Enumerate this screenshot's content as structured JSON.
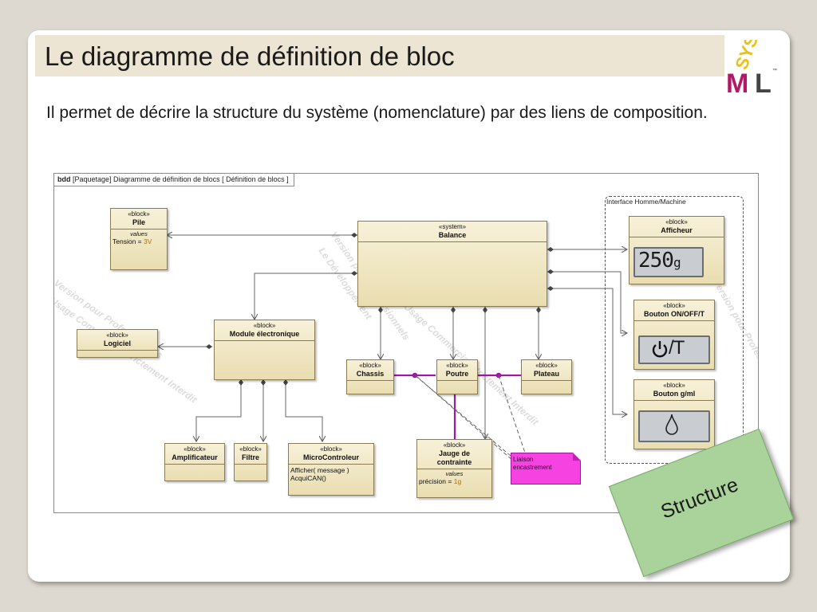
{
  "slide": {
    "title": "Le diagramme de définition de bloc",
    "intro": "Il permet de décrire la structure du système (nomenclature) par des liens de composition.",
    "logo": {
      "name": "sysml-logo",
      "text": "SysML"
    },
    "sticky_note": "Structure"
  },
  "diagram": {
    "frame_kind": "bdd",
    "frame_label": "[Paquetage] Diagramme de définition de blocs [ Définition de blocs ]",
    "group_label": "Interface Homme/Machine",
    "blocks": {
      "pile": {
        "stereotype": "«block»",
        "name": "Pile",
        "section": "values",
        "lines": [
          {
            "key": "Tension = ",
            "value": "3V"
          }
        ]
      },
      "balance": {
        "stereotype": "«system»",
        "name": "Balance"
      },
      "logiciel": {
        "stereotype": "«block»",
        "name": "Logiciel"
      },
      "module": {
        "stereotype": "«block»",
        "name": "Module électronique"
      },
      "chassis": {
        "stereotype": "«block»",
        "name": "Chassis"
      },
      "poutre": {
        "stereotype": "«block»",
        "name": "Poutre"
      },
      "plateau": {
        "stereotype": "«block»",
        "name": "Plateau"
      },
      "amplificateur": {
        "stereotype": "«block»",
        "name": "Amplificateur"
      },
      "filtre": {
        "stereotype": "«block»",
        "name": "Filtre"
      },
      "microcontroleur": {
        "stereotype": "«block»",
        "name": "MicroControleur",
        "lines": [
          "Afficher( message )",
          "AcquiCAN()"
        ]
      },
      "jauge": {
        "stereotype": "«block»",
        "name_line1": "Jauge de",
        "name_line2": "contrainte",
        "section": "values",
        "lines": [
          {
            "key": "précision = ",
            "value": "1g"
          }
        ]
      },
      "afficheur": {
        "stereotype": "«block»",
        "name": "Afficheur",
        "display_value": "250",
        "display_unit": "g"
      },
      "bouton_onoff": {
        "stereotype": "«block»",
        "name": "Bouton ON/OFF/T",
        "button_text": "/T"
      },
      "bouton_gml": {
        "stereotype": "«block»",
        "name": "Bouton g/ml"
      }
    },
    "note": {
      "line1": "Liaison",
      "line2": "encastrement"
    },
    "watermark": {
      "line1": "Version pour Professionnels",
      "line2": "Usage Commercial Strictement Interdit",
      "line3": "Le Développement"
    }
  },
  "colors": {
    "title_bar": "#ece5d3",
    "block_fill": "#efe6c2",
    "note_fill": "#f542e0",
    "connector_purple": "#9a1aa0",
    "sticky_fill": "#a9d39a"
  }
}
